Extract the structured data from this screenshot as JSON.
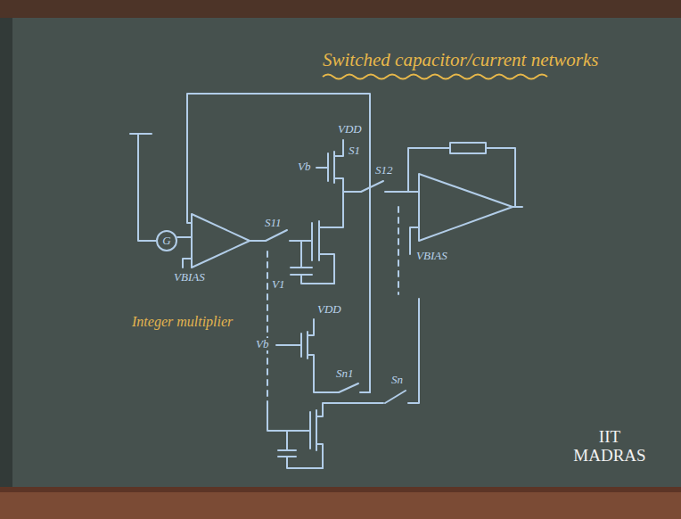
{
  "diagram": {
    "title": "Switched capacitor/current networks",
    "nodes": [
      {
        "text": [
          "G"
        ]
      }
    ],
    "labels": [
      "VDD",
      "S1",
      "Vb",
      "S12",
      "S11",
      "VBIAS",
      "V1",
      "Integer multiplier",
      "VDD",
      "Vb",
      "Sn1",
      "Sn",
      "VBIAS",
      "IIT MADRAS"
    ]
  }
}
